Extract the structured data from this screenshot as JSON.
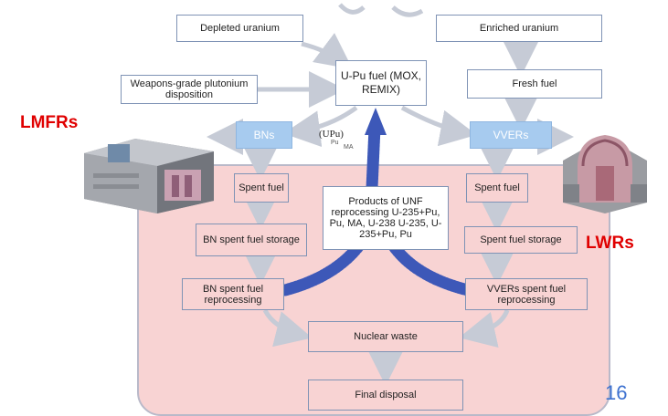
{
  "boxes": {
    "depleted_uranium": "Depleted uranium",
    "enriched_uranium": "Enriched uranium",
    "weapons_plutonium": "Weapons-grade plutonium disposition",
    "upu_fuel": "U-Pu fuel (MOX, REMIX)",
    "fresh_fuel": "Fresh fuel",
    "bns": "BNs",
    "vvers": "VVERs",
    "spent_fuel_left": "Spent fuel",
    "spent_fuel_right": "Spent fuel",
    "products": "Products of UNF reprocessing U-235+Pu, Pu, MA, U-238 U-235, U-235+Pu, Pu",
    "bn_storage": "BN spent fuel storage",
    "spent_fuel_storage": "Spent fuel storage",
    "bn_reprocessing": "BN spent fuel reprocessing",
    "vvers_reprocessing": "VVERs spent fuel reprocessing",
    "nuclear_waste": "Nuclear waste",
    "final_disposal": "Final disposal"
  },
  "inline_labels": {
    "upu_symbol": "(UPu)",
    "pu": "Pu",
    "ma": "MA"
  },
  "labels": {
    "lmfrs": "LMFRs",
    "lwrs": "LWRs"
  },
  "page_number": "16",
  "colors": {
    "accent_red": "#e00000",
    "zone_pink": "#f8d3d3",
    "reactor_blue": "#a7cbef",
    "page_number_blue": "#3e72d0",
    "recycle_arrow": "#3d58b8"
  }
}
